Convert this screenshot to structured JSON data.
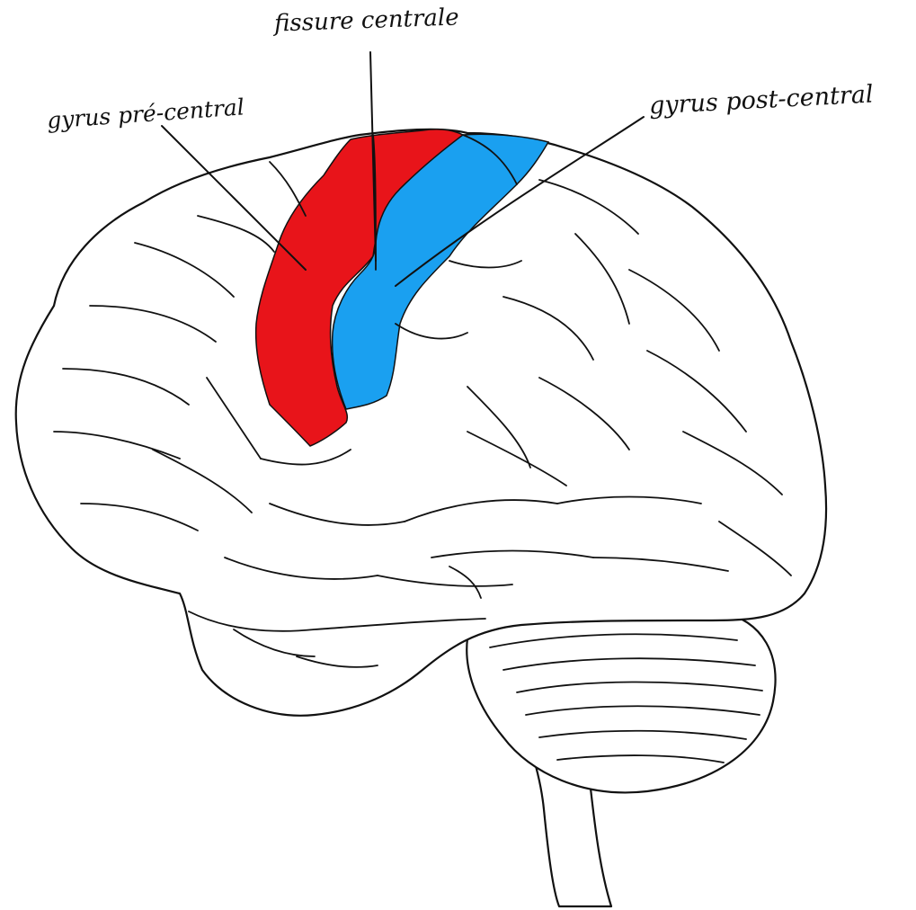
{
  "labels": {
    "fissure": "fissure centrale",
    "pre": "gyrus pré-central",
    "post": "gyrus post-central"
  },
  "colors": {
    "precentral": "#e8141a",
    "postcentral": "#1aa0f0",
    "outline": "#111111",
    "background": "#ffffff"
  }
}
